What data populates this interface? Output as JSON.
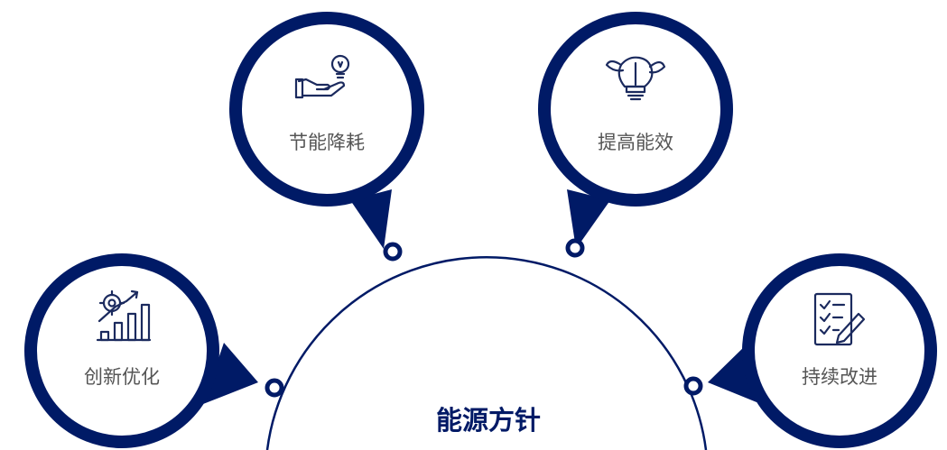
{
  "center": {
    "title": "能源方针"
  },
  "nodes": [
    {
      "label": "创新优化",
      "icon": "growth-chart-gear-icon"
    },
    {
      "label": "节能降耗",
      "icon": "hand-lightbulb-icon"
    },
    {
      "label": "提高能效",
      "icon": "leaf-bulb-icon"
    },
    {
      "label": "持续改进",
      "icon": "checklist-pencil-icon"
    }
  ],
  "colors": {
    "primary": "#001a66",
    "text": "#555555",
    "background": "#ffffff"
  }
}
